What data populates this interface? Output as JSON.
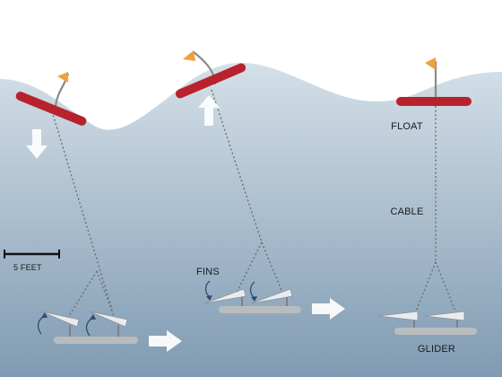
{
  "labels": {
    "float": "FLOAT",
    "cable": "CABLE",
    "glider": "GLIDER",
    "fins": "FINS",
    "scale_bar": "5 FEET"
  },
  "colors": {
    "sky": "#ffffff",
    "water_top": "#d4e0e8",
    "water_bottom": "#7f9ab2",
    "float": "#b8222d",
    "flag": "#f0a13a",
    "glider": "#b9bcbf",
    "fin": "#e9ecee",
    "cable": "#6b6f73",
    "arrow": "#ffffff",
    "fin_arrow": "#2f4b73"
  },
  "icons": {
    "descent_arrow": "arrow-down-icon",
    "ascent_arrow": "arrow-up-icon",
    "forward_arrow": "arrow-right-icon",
    "flag": "flag-icon",
    "fin_rotation": "curved-arrow-icon"
  }
}
